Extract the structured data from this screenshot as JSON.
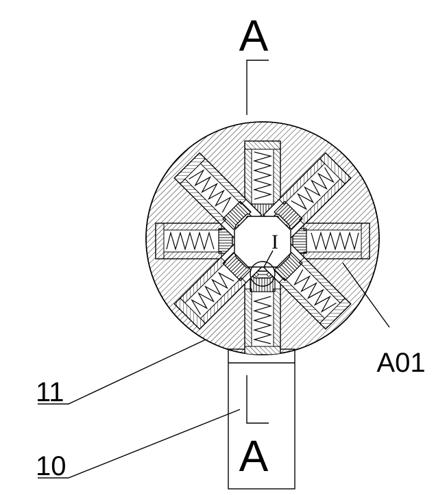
{
  "drawing": {
    "section_mark_top": "A",
    "section_mark_bottom": "A",
    "detail_mark": "I",
    "labels": {
      "part_11": "11",
      "part_10": "10",
      "part_a01": "A01"
    }
  },
  "colors": {
    "ink": "#000000",
    "paper": "#ffffff"
  }
}
